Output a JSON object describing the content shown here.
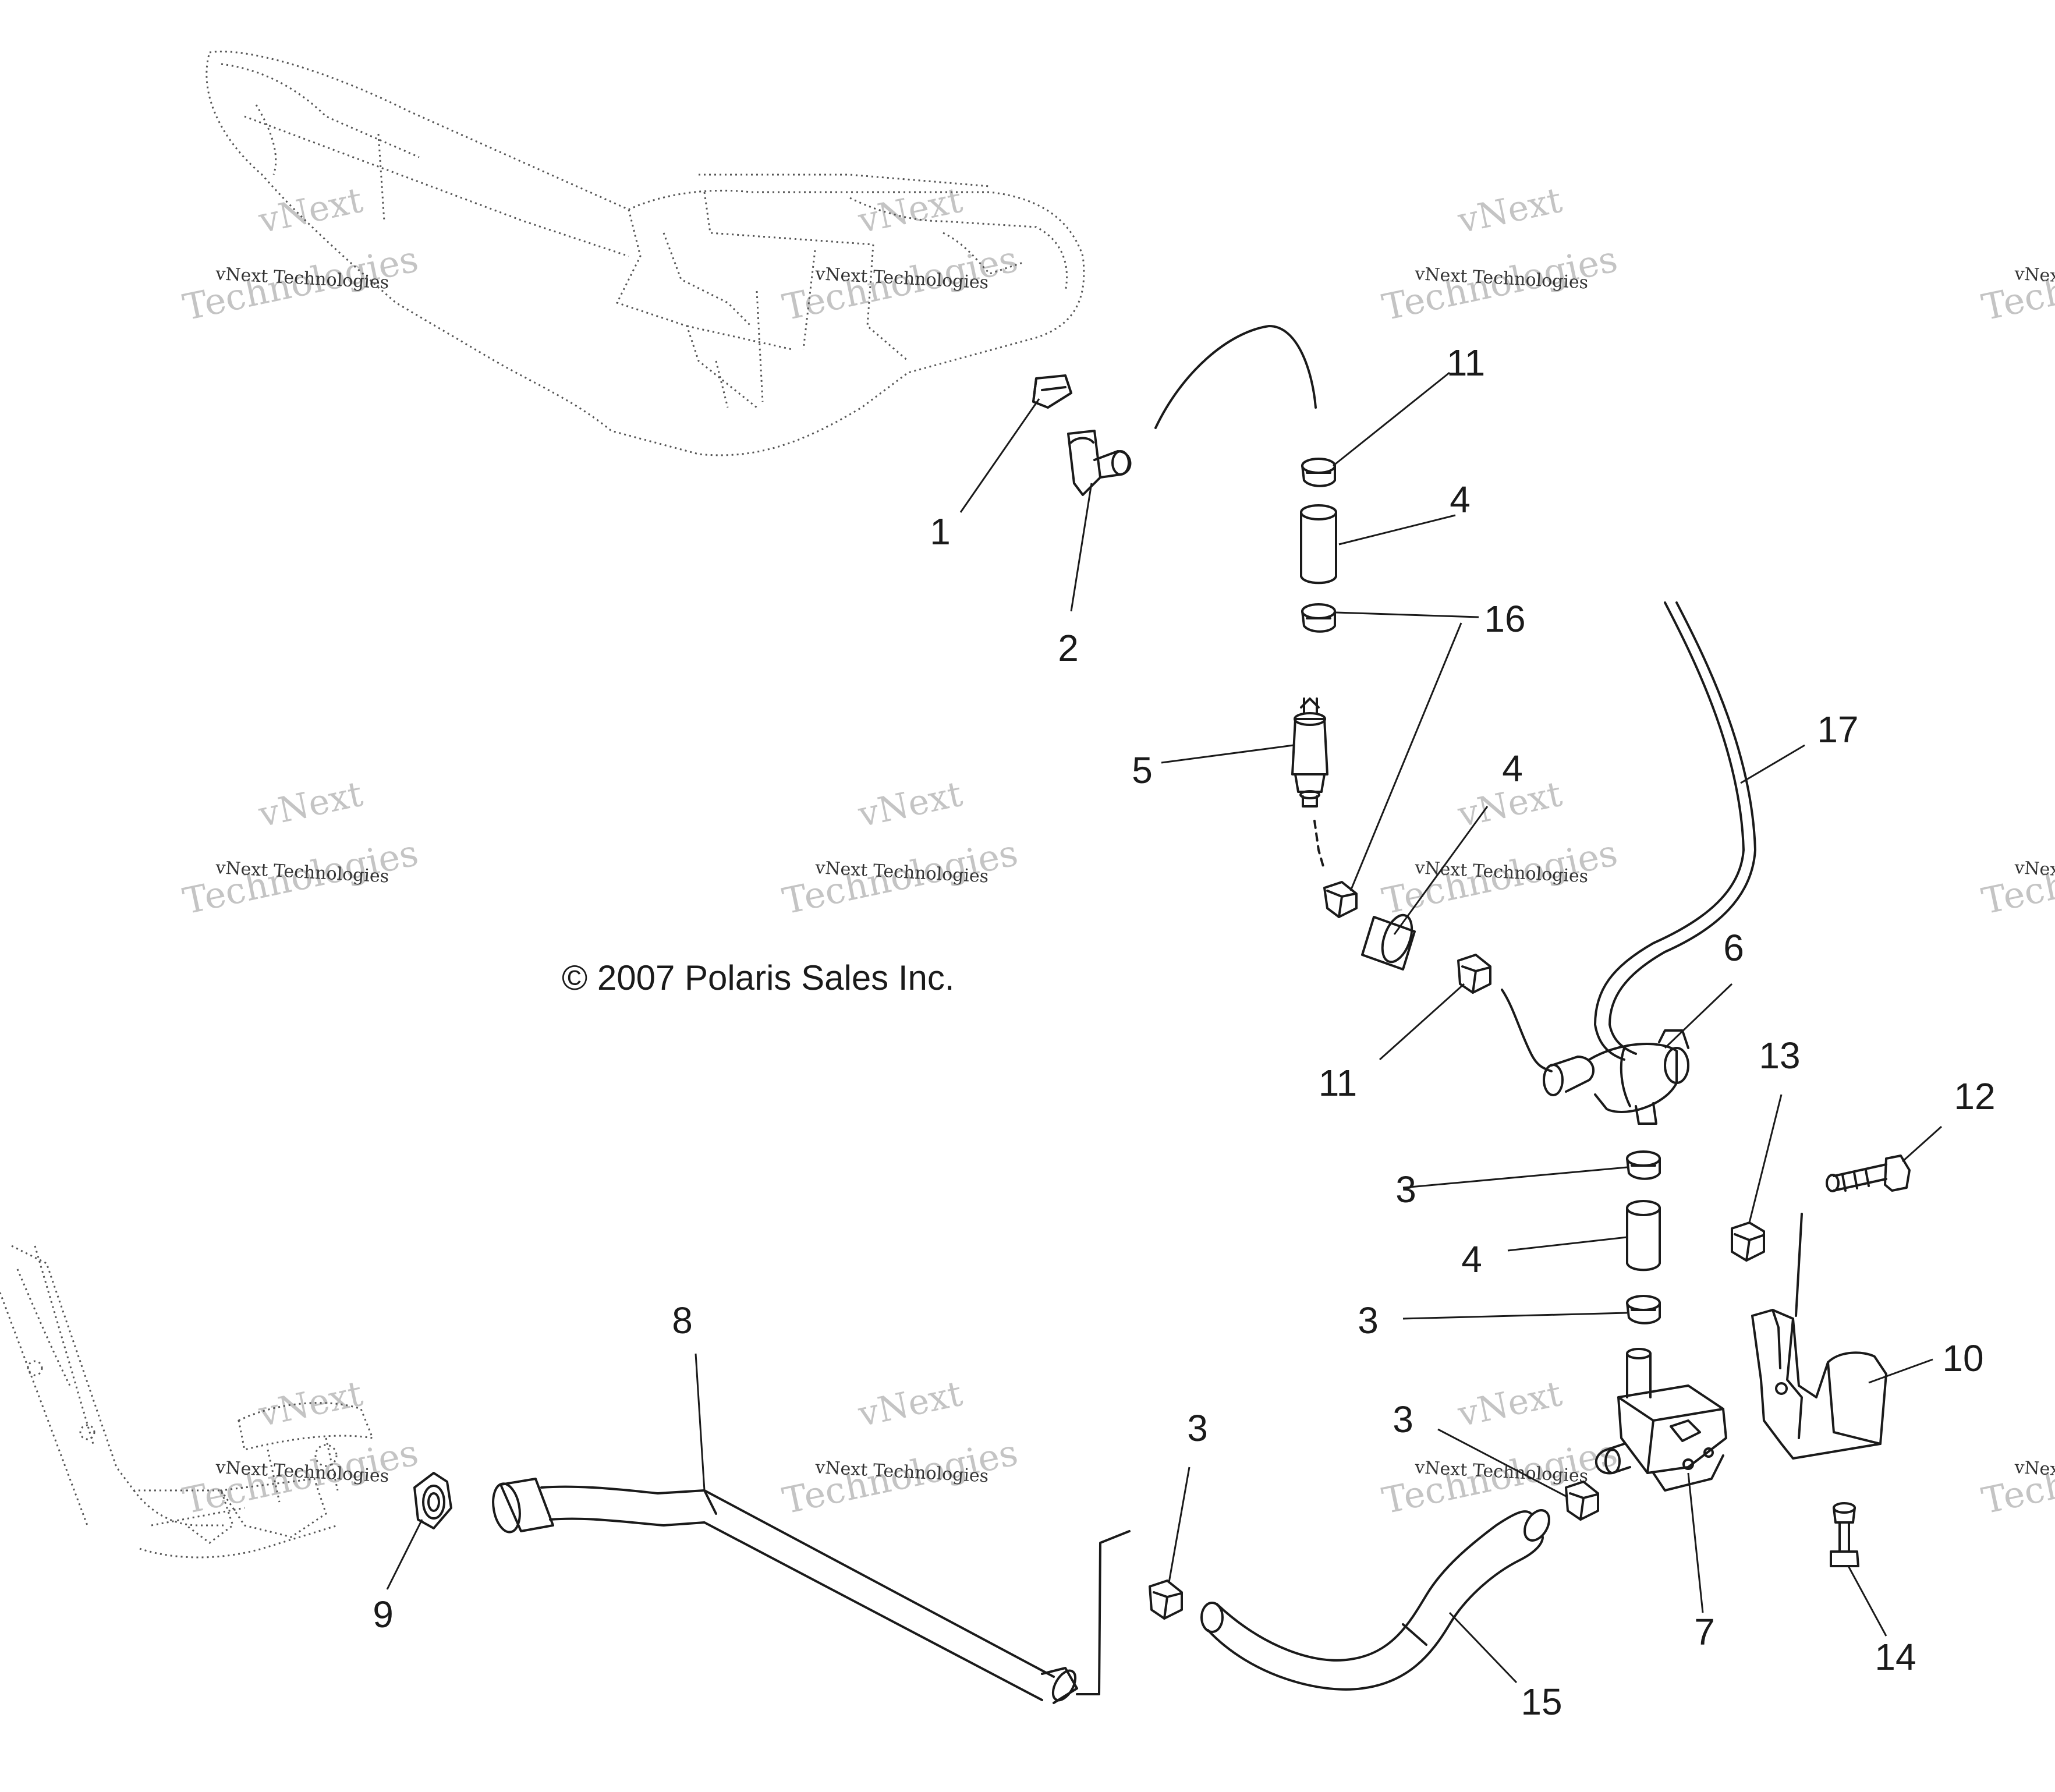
{
  "copyright": "© 2007 Polaris Sales Inc.",
  "watermark": {
    "line1": "vNext Technologies",
    "line2": "vNext",
    "line3": "Technologies",
    "color": "#c4c4c4"
  },
  "callouts": [
    {
      "id": "c1",
      "label": "1"
    },
    {
      "id": "c2",
      "label": "2"
    },
    {
      "id": "c3a",
      "label": "3"
    },
    {
      "id": "c3b",
      "label": "3"
    },
    {
      "id": "c3c",
      "label": "3"
    },
    {
      "id": "c3d",
      "label": "3"
    },
    {
      "id": "c4a",
      "label": "4"
    },
    {
      "id": "c4b",
      "label": "4"
    },
    {
      "id": "c4c",
      "label": "4"
    },
    {
      "id": "c5",
      "label": "5"
    },
    {
      "id": "c6",
      "label": "6"
    },
    {
      "id": "c7",
      "label": "7"
    },
    {
      "id": "c8",
      "label": "8"
    },
    {
      "id": "c9",
      "label": "9"
    },
    {
      "id": "c10",
      "label": "10"
    },
    {
      "id": "c11a",
      "label": "11"
    },
    {
      "id": "c11b",
      "label": "11"
    },
    {
      "id": "c12",
      "label": "12"
    },
    {
      "id": "c13",
      "label": "13"
    },
    {
      "id": "c14",
      "label": "14"
    },
    {
      "id": "c15",
      "label": "15"
    },
    {
      "id": "c16",
      "label": "16"
    },
    {
      "id": "c17",
      "label": "17"
    }
  ],
  "colors": {
    "line": "#1a1a1a",
    "ghost": "#555555",
    "background": "#ffffff"
  }
}
